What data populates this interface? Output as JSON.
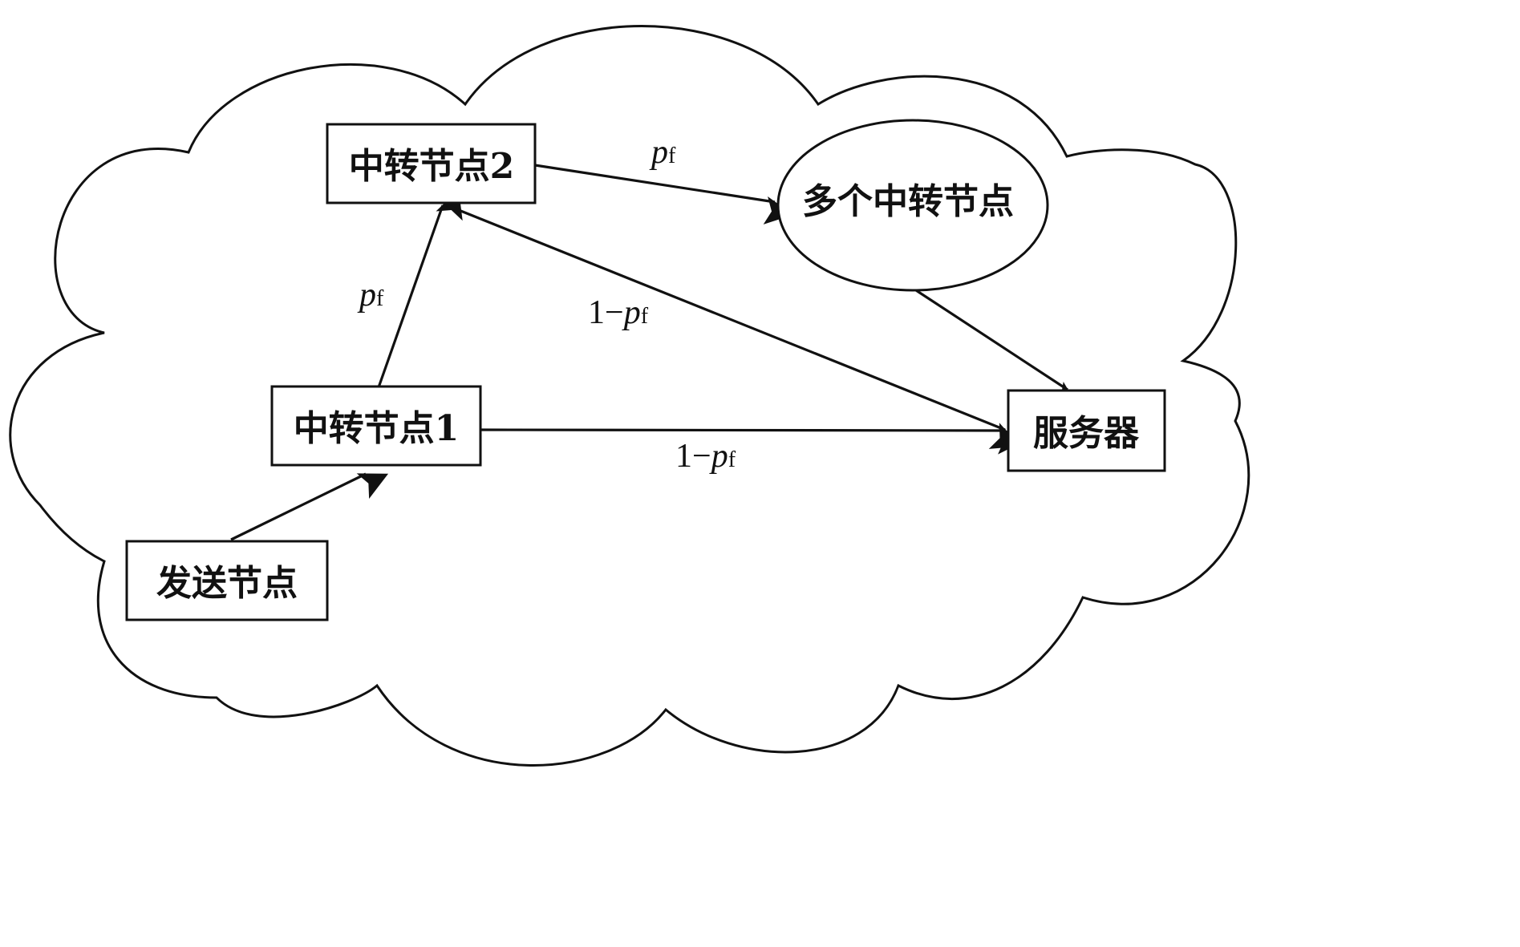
{
  "nodes": {
    "sender": "发送节点",
    "relay1": "中转节点1",
    "relay2": "中转节点2",
    "multi_relay": "多个中转节点",
    "server": "服务器"
  },
  "edge_labels": {
    "relay1_to_relay2": {
      "var": "p",
      "sub": "f"
    },
    "relay2_to_multi": {
      "var": "p",
      "sub": "f"
    },
    "relay2_to_server": {
      "prefix": "1−",
      "var": "p",
      "sub": "f"
    },
    "relay1_to_server": {
      "prefix": "1−",
      "var": "p",
      "sub": "f"
    }
  },
  "colors": {
    "line": "#111111",
    "background": "#ffffff"
  }
}
